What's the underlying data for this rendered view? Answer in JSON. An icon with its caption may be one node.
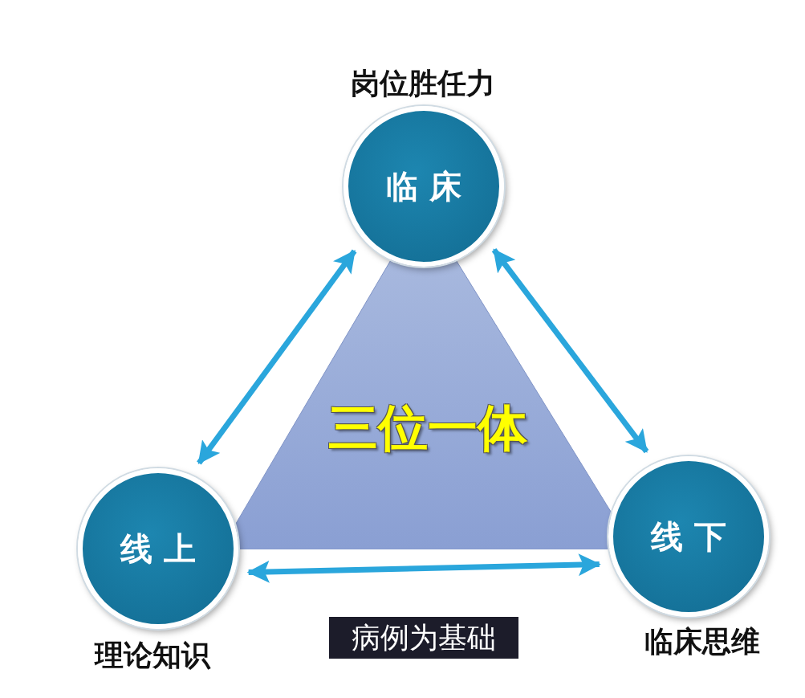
{
  "diagram": {
    "nodes": [
      {
        "text": [
          "临床"
        ],
        "beside": [
          "岗位胜任力"
        ]
      },
      {
        "text": [
          "线上"
        ],
        "beside": [
          "理论知识"
        ]
      },
      {
        "text": [
          "线下"
        ],
        "beside": [
          "临床思维"
        ]
      },
      {
        "text": [
          "三位一体"
        ]
      },
      {
        "text": [
          "病例为基础"
        ]
      }
    ],
    "edges": [
      {
        "from": 0,
        "to": 1,
        "arrow": "both"
      },
      {
        "from": 0,
        "to": 2,
        "arrow": "both"
      },
      {
        "from": 1,
        "to": 2,
        "arrow": "both"
      }
    ]
  }
}
